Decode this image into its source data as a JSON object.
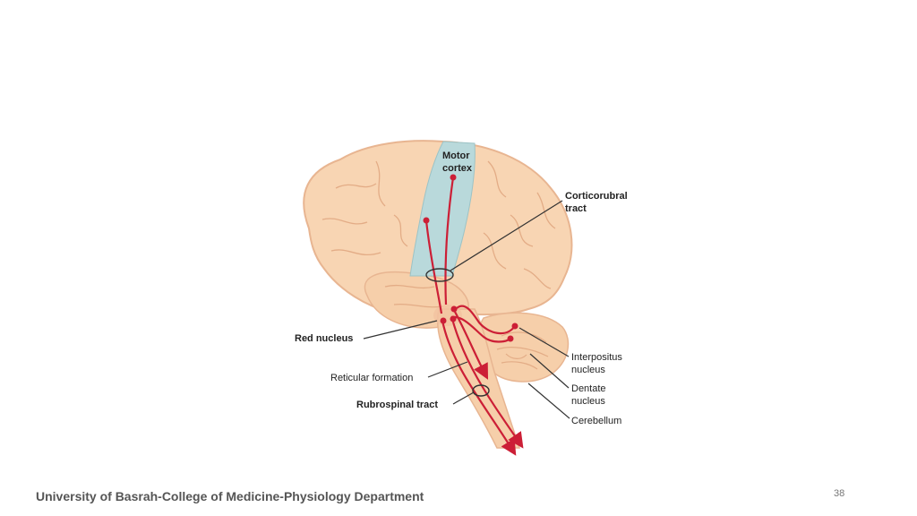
{
  "labels": {
    "motor_cortex_1": "Motor",
    "motor_cortex_2": "cortex",
    "corticorubral_1": "Corticorubral",
    "corticorubral_2": "tract",
    "red_nucleus": "Red nucleus",
    "reticular_formation": "Reticular formation",
    "rubrospinal_tract": "Rubrospinal tract",
    "interpositus_1": "Interpositus",
    "interpositus_2": "nucleus",
    "dentate_1": "Dentate",
    "dentate_2": "nucleus",
    "cerebellum": "Cerebellum"
  },
  "footer": {
    "institution": "University of Basrah-College of Medicine-Physiology Department",
    "page_number": "38"
  },
  "colors": {
    "brain_fill": "#f8d5b3",
    "brain_outline": "#e8b591",
    "motor_cortex_fill": "#b9d9db",
    "tract_red": "#cc1f36",
    "leader_line": "#333333"
  }
}
